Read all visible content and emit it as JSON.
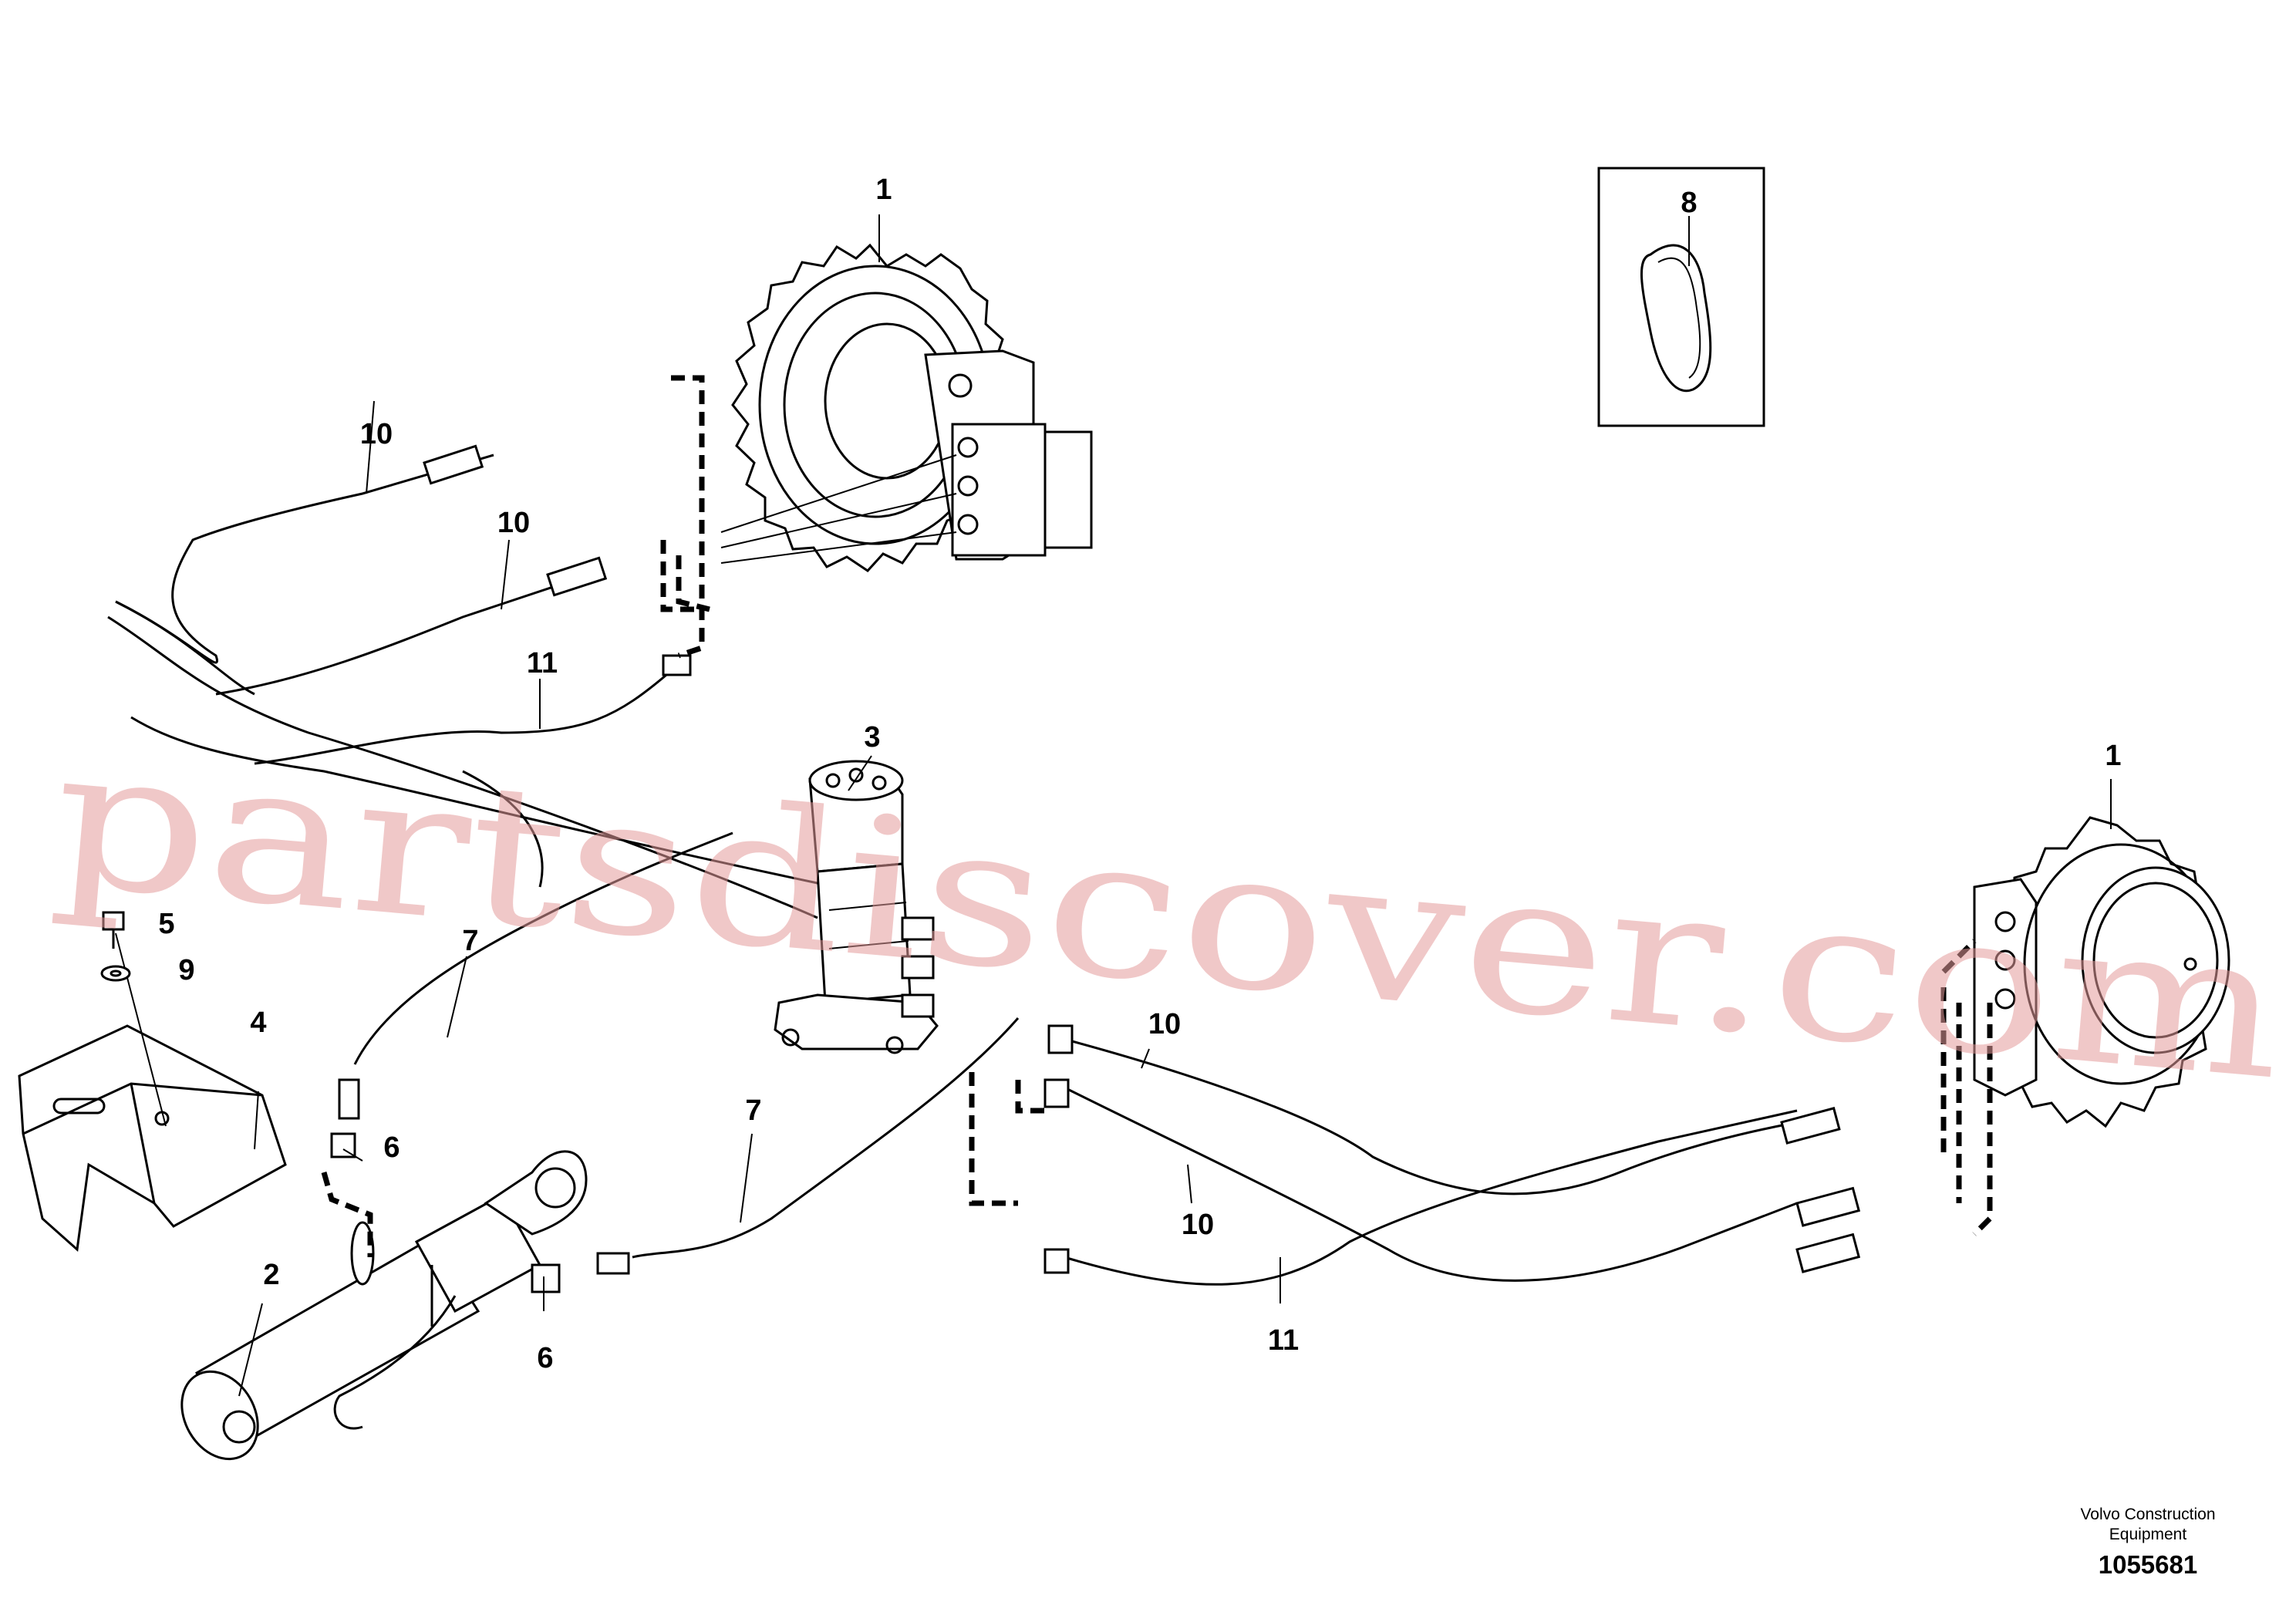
{
  "callouts": [
    "1",
    "1",
    "2",
    "3",
    "4",
    "5",
    "6",
    "6",
    "7",
    "7",
    "8",
    "9",
    "10",
    "10",
    "10",
    "10",
    "11",
    "11"
  ],
  "watermark": "partsdiscover.com",
  "footer": {
    "line1": "Volvo Construction",
    "line2": "Equipment",
    "drawing_number": "1055681"
  }
}
